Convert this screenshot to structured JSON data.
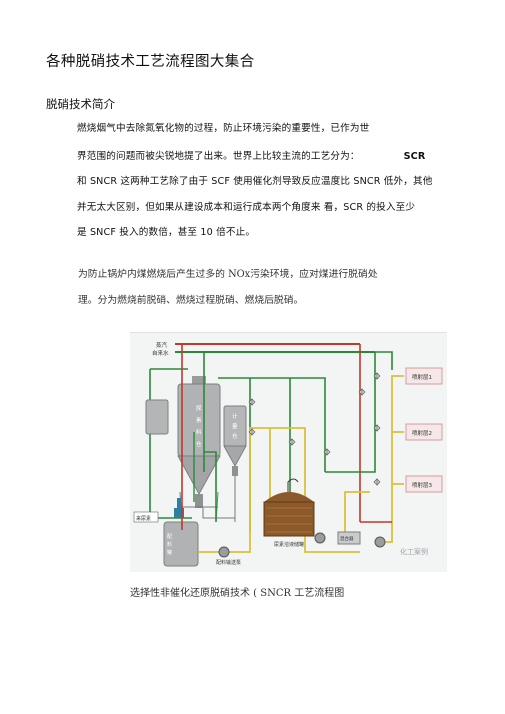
{
  "doc": {
    "title": "各种脱硝技术工艺流程图大集合",
    "section_heading": "脱硝技术简介",
    "para1": [
      {
        "lead": "燃烧烟气中去除氮氧化物的过程，防止环境污染的重要性，已作为世",
        "tail": ""
      },
      {
        "lead": "界范围的问题而被尖锐地提了出来。世界上比较主流的工艺分为：",
        "tail": "SCR"
      },
      {
        "lead": "和 SNCR 这两种工艺除了由于 SCF 使用催化剂导致反应温度比  SNCR  低外，其他",
        "tail": ""
      },
      {
        "lead": "并无太大区别，但如果从建设成本和运行成本两个角度来  看，SCR 的投入至少",
        "tail": ""
      },
      {
        "lead": "是 SNCF 投入的数倍，甚至 10 倍不止。",
        "tail": ""
      }
    ],
    "para2": [
      "为防止锅炉内煤燃烧后产生过多的    NOx污染环境，应对煤进行脱硝处",
      "理。分为燃烧前脱硝、燃烧过程脱硝、燃烧后脱硝。"
    ],
    "caption": "选择性非催化还原脱硝技术  (      SNCR  工艺流程图"
  },
  "diagram": {
    "top_labels": [
      "蒸汽",
      "自来水"
    ],
    "silo_label": [
      "尿",
      "素",
      "料",
      "仓"
    ],
    "hopper_label": [
      "计",
      "量",
      "仓"
    ],
    "tank_label": [
      "配",
      "料",
      "罐"
    ],
    "inlet_label": "来尿素",
    "pump_label": "配料输送泵",
    "storage_label": "尿素溶液储罐",
    "mixer_label": "混合器",
    "spray_layers": [
      "喷射层1",
      "喷射层2",
      "喷射层3"
    ],
    "watermark": "化工案例"
  },
  "colors": {
    "steam_line": "#c0392b",
    "water_line": "#2a8a3a",
    "solution_line": "#d9c23a",
    "steel": "#a7a9ab",
    "tank_brown": "#8c5a2a"
  }
}
